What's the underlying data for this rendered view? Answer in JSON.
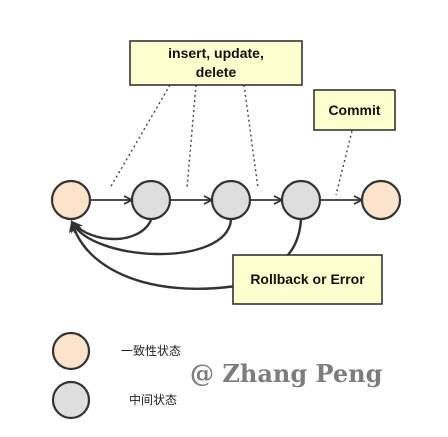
{
  "colors": {
    "consistent_fill": "#fce3cc",
    "intermediate_fill": "#dedede",
    "box_fill": "#fffecf",
    "stroke": "#333333",
    "watermark": "#7d7d7d"
  },
  "boxes": {
    "ops_line1": "insert, update,",
    "ops_line2": "delete",
    "commit": "Commit",
    "rollback": "Rollback or Error"
  },
  "legend": {
    "consistent_label": "一致性状态",
    "intermediate_label": "中间状态"
  },
  "watermark": "@ Zhang Peng"
}
